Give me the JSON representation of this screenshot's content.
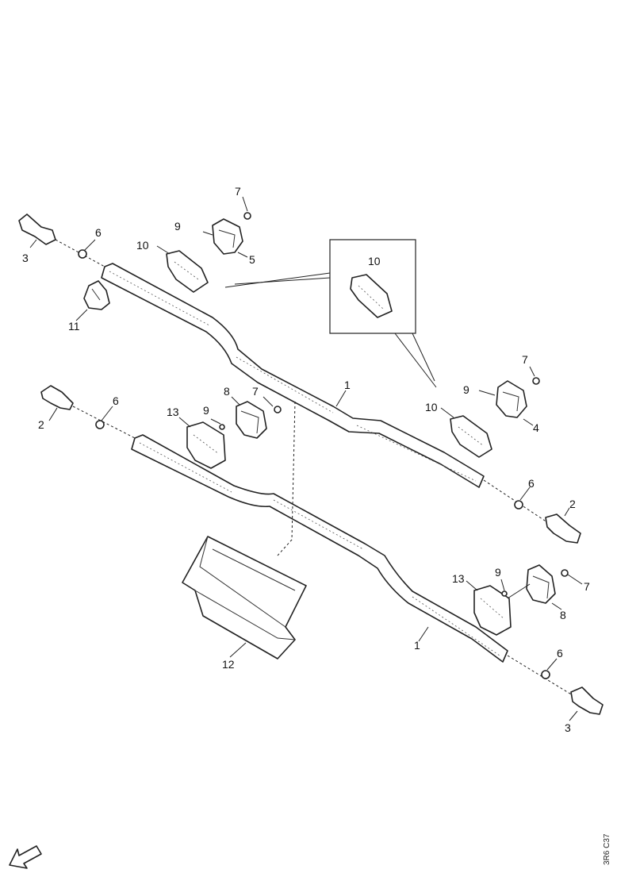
{
  "callouts": {
    "c_1a": "1",
    "c_1b": "1",
    "c_2a": "2",
    "c_2b": "2",
    "c_3a": "3",
    "c_3b": "3",
    "c_4": "4",
    "c_5": "5",
    "c_6a": "6",
    "c_6b": "6",
    "c_6c": "6",
    "c_6d": "6",
    "c_7a": "7",
    "c_7b": "7",
    "c_7c": "7",
    "c_7d": "7",
    "c_8a": "8",
    "c_8b": "8",
    "c_9a": "9",
    "c_9b": "9",
    "c_9c": "9",
    "c_9d": "9",
    "c_10a": "10",
    "c_10b": "10",
    "c_10c": "10",
    "c_11": "11",
    "c_12": "12",
    "c_13a": "13",
    "c_13b": "13"
  },
  "sheet_code": "3R6 C37",
  "icons": {
    "front_arrow": "direction-arrow-icon"
  }
}
